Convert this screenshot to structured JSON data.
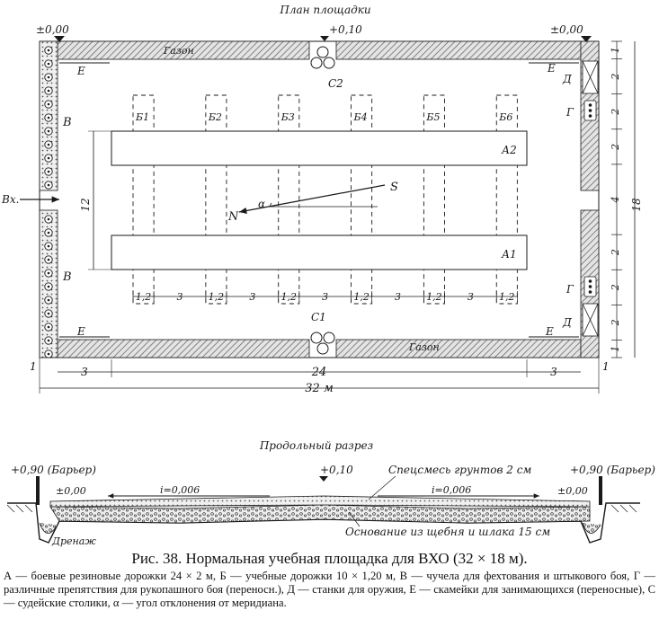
{
  "plan": {
    "title": "План площадки",
    "elev_left": "±0,00",
    "elev_right": "±0,00",
    "elev_top": "+0,10",
    "lawn_top": "Газон",
    "lawn_bottom": "Газон",
    "entrance": "Вх.",
    "track_a1": "А1",
    "track_a2": "А2",
    "strips": [
      "Б1",
      "Б2",
      "Б3",
      "Б4",
      "Б5",
      "Б6"
    ],
    "judge_top": "С2",
    "judge_bottom": "С1",
    "label_v": "В",
    "label_e": "Е",
    "label_g": "Г",
    "label_d": "Д",
    "needle_s": "S",
    "needle_n": "N",
    "angle": "α",
    "dim_12": "12",
    "dim_bottom_chain": [
      "1,2",
      "3",
      "1,2",
      "3",
      "1,2",
      "3",
      "1,2",
      "3",
      "1,2",
      "3",
      "1,2"
    ],
    "dim_24": "24",
    "dim_3_left": "3",
    "dim_3_right": "3",
    "dim_1_left": "1",
    "dim_1_right": "1",
    "dim_32": "32 м",
    "dim_right_chain": [
      "1",
      "2",
      "2",
      "2",
      "4",
      "2",
      "2",
      "2",
      "1"
    ],
    "dim_18": "18"
  },
  "section": {
    "title": "Продольный разрез",
    "barrier_left": "+0,90 (Барьер)",
    "barrier_right": "+0,90 (Барьер)",
    "elev_left": "±0,00",
    "elev_right": "±0,00",
    "elev_mid": "+0,10",
    "slope_left": "i=0,006",
    "slope_right": "i=0,006",
    "mix": "Спецсмесь грунтов 2 см",
    "base": "Основание из щебня и шлака 15 см",
    "drain": "Дренаж"
  },
  "caption": "Рис. 38. Нормальная учебная площадка для ВХО (32 × 18 м).",
  "legend": {
    "a": "А — боевые резиновые дорожки 24 × 2 м,",
    "b": "Б — учебные дорожки 10 × 1,20 м,",
    "v": "В — чучела для фехтования и штыкового боя,",
    "g": "Г — различные препятствия для рукопашного боя (переносн.),",
    "d": "Д — станки для оружия,",
    "e": "Е — скамейки для занимающихся (переносные),",
    "c": "С — судейские столики,",
    "alpha": "α — угол отклонения от меридиана."
  },
  "colors": {
    "ink": "#1a1a1a",
    "hatch": "#777777",
    "paper": "#ffffff"
  }
}
